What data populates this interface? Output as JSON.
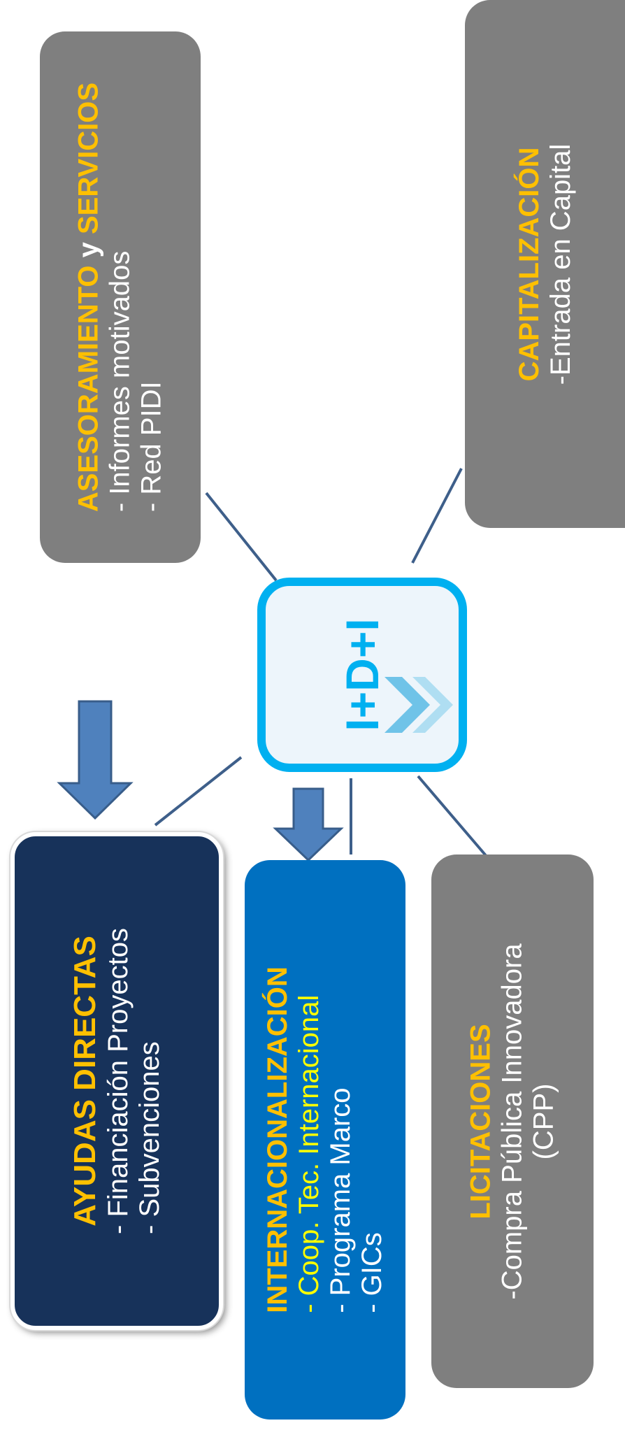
{
  "center": {
    "label": "I+D+I"
  },
  "boxes": {
    "asesoramiento": {
      "title_part1": "ASESORAMIENTO y SERVICIOS",
      "items": [
        "- Informes motivados",
        "- Red PIDI"
      ]
    },
    "capitalizacion": {
      "title": "CAPITALIZACIÓN",
      "items": [
        "-Entrada en Capital"
      ]
    },
    "ayudas": {
      "title": "AYUDAS DIRECTAS",
      "items": [
        "- Financiación Proyectos",
        "- Subvenciones"
      ]
    },
    "internacionalizacion": {
      "title": "INTERNACIONALIZACIÓN",
      "items": [
        "- Coop. Tec. Internacional",
        "- Programa Marco",
        "- GICs"
      ]
    },
    "licitaciones": {
      "title": "LICITACIONES",
      "items": [
        "-Compra Pública Innovadora",
        "(CPP)"
      ]
    }
  },
  "colors": {
    "title_orange": "#ffc000",
    "highlight_yellow": "#ffff00",
    "grey_box": "#7f7f7f",
    "navy_box": "#17325a",
    "blue_box": "#0070c0",
    "center_border": "#00b0f0",
    "arrow_blue": "#4f81bd",
    "connector": "#3e5f8a"
  }
}
